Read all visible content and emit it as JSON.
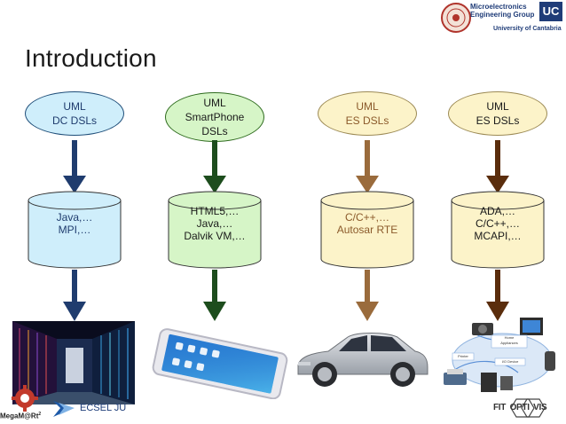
{
  "slide": {
    "title": "Introduction"
  },
  "header_logo": {
    "group_line1": "Microelectronics",
    "group_line2": "Engineering Group",
    "uc_badge": "UC",
    "university": "University of Cantabria"
  },
  "columns": [
    {
      "ellipse_text": "UML\nDC DSLs",
      "cylinder_text": "Java,…\nMPI,…",
      "image": "data-center-photo",
      "colors": {
        "ellipse_fill": "#cfeefb",
        "ellipse_border": "#1f4e79",
        "cyl_fill": "#cfeefb",
        "arrow": "#1f3c6e",
        "text": "#1f3c6e"
      }
    },
    {
      "ellipse_text": "UML\nSmartPhone\nDSLs",
      "cylinder_text": "HTML5,…\nJava,…\nDalvik VM,…",
      "image": "smartphone-photo",
      "colors": {
        "ellipse_fill": "#d6f5c7",
        "ellipse_border": "#2e6b1e",
        "cyl_fill": "#d6f5c7",
        "arrow": "#1d4d1d",
        "text": "#1a1a1a"
      }
    },
    {
      "ellipse_text": "UML\nES DSLs",
      "cylinder_text": "C/C++,…\nAutosar RTE",
      "image": "car-photo",
      "colors": {
        "ellipse_fill": "#fcf3c9",
        "ellipse_border": "#9c8a55",
        "cyl_fill": "#fcf3c9",
        "arrow": "#9a6b3c",
        "text": "#8b5a2b"
      }
    },
    {
      "ellipse_text": "UML\nES DSLs",
      "cylinder_text": "ADA,…\nC/C++,…\nMCAPI,…",
      "image": "home-appliances-diagram",
      "colors": {
        "ellipse_fill": "#fcf3c9",
        "ellipse_border": "#9c8a55",
        "cyl_fill": "#fcf3c9",
        "arrow": "#5a2d0c",
        "text": "#1a1a1a"
      }
    }
  ],
  "appliance_labels": {
    "home": "Home\nAppliances",
    "printer": "Printer",
    "io": "I/O Device"
  },
  "footer_logos": {
    "megamart": "MegaM@Rt",
    "megamart_sup": "2",
    "ecsel": "ECSEL JU",
    "fitoptivis": "FIT OPTI VIS"
  }
}
